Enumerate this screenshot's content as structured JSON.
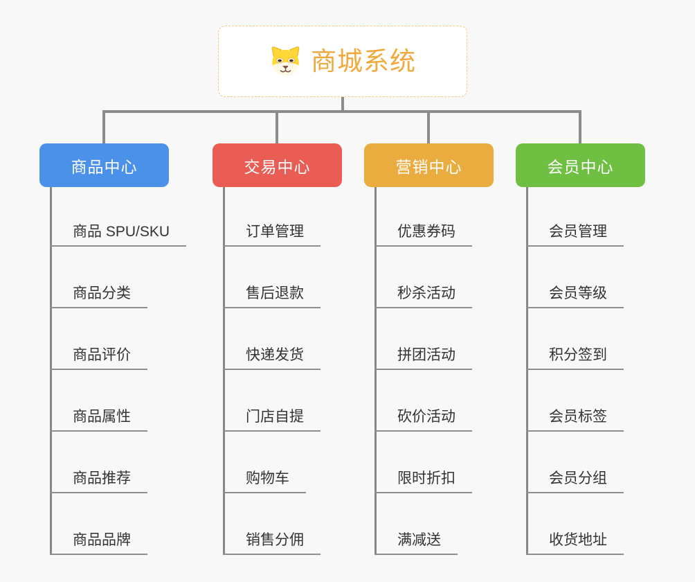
{
  "root": {
    "title": "商城系统",
    "icon": "dog-face-icon",
    "title_color": "#F0A93C",
    "border_color": "#F5C87D"
  },
  "connector_color": "#8C8C8C",
  "underline_color": "#8E8E8E",
  "background_color": "#F8F8F8",
  "branches": [
    {
      "label": "商品中心",
      "color": "#4B91EA",
      "children": [
        "商品 SPU/SKU",
        "商品分类",
        "商品评价",
        "商品属性",
        "商品推荐",
        "商品品牌"
      ]
    },
    {
      "label": "交易中心",
      "color": "#E95D55",
      "children": [
        "订单管理",
        "售后退款",
        "快递发货",
        "门店自提",
        "购物车",
        "销售分佣"
      ]
    },
    {
      "label": "营销中心",
      "color": "#EBAC3F",
      "children": [
        "优惠券码",
        "秒杀活动",
        "拼团活动",
        "砍价活动",
        "限时折扣",
        "满减送"
      ]
    },
    {
      "label": "会员中心",
      "color": "#6FC042",
      "children": [
        "会员管理",
        "会员等级",
        "积分签到",
        "会员标签",
        "会员分组",
        "收货地址"
      ]
    }
  ]
}
